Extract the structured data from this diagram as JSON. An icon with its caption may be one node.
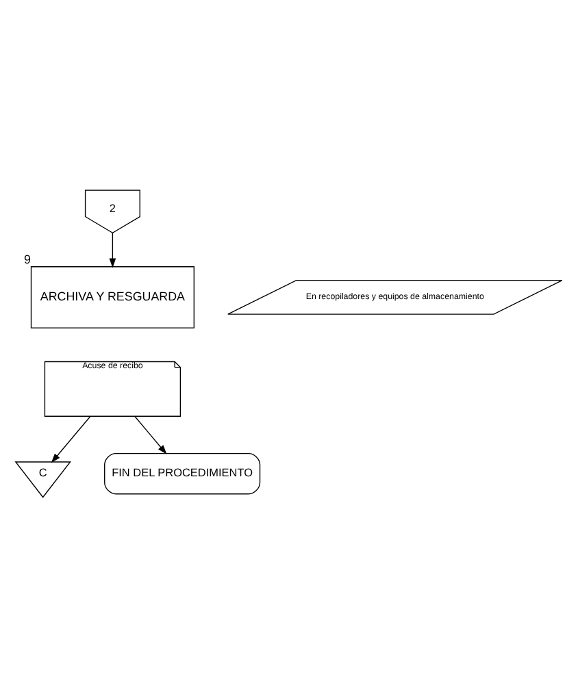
{
  "diagram": {
    "nodes": [
      {
        "text": [
          "2"
        ]
      },
      {
        "text": [
          "ARCHIVA Y RESGUARDA"
        ],
        "beside": [
          "9"
        ]
      },
      {
        "text": [
          "Acuse de recibo"
        ]
      },
      {
        "text": [
          "En recopiladores y equipos de almacenamiento"
        ]
      },
      {
        "text": [
          "C"
        ]
      },
      {
        "text": [
          "FIN DEL PROCEDIMIENTO"
        ]
      }
    ],
    "edges": [
      {
        "from": 0,
        "to": 1,
        "arrow": "to"
      },
      {
        "from": 2,
        "to": 4,
        "arrow": "to"
      },
      {
        "from": 2,
        "to": 5,
        "arrow": "to"
      }
    ]
  }
}
